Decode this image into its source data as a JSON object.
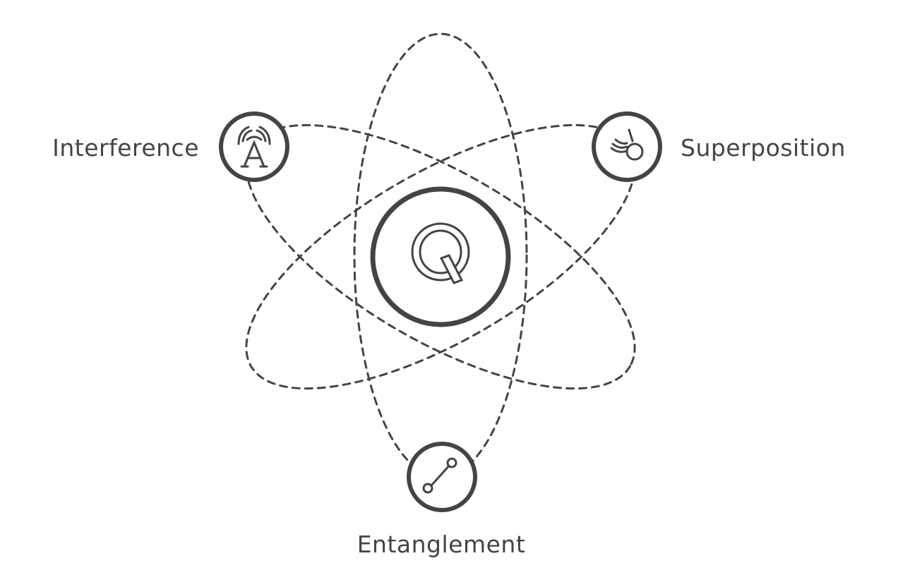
{
  "center": {
    "icon": "q-letter-icon",
    "letter": "Q"
  },
  "nodes": [
    {
      "id": "interference",
      "label": "Interference",
      "icon": "antenna-a-icon"
    },
    {
      "id": "superposition",
      "label": "Superposition",
      "icon": "swinging-ball-icon"
    },
    {
      "id": "entanglement",
      "label": "Entanglement",
      "icon": "linked-nodes-icon"
    }
  ],
  "colors": {
    "stroke": "#444444",
    "background": "#ffffff"
  }
}
